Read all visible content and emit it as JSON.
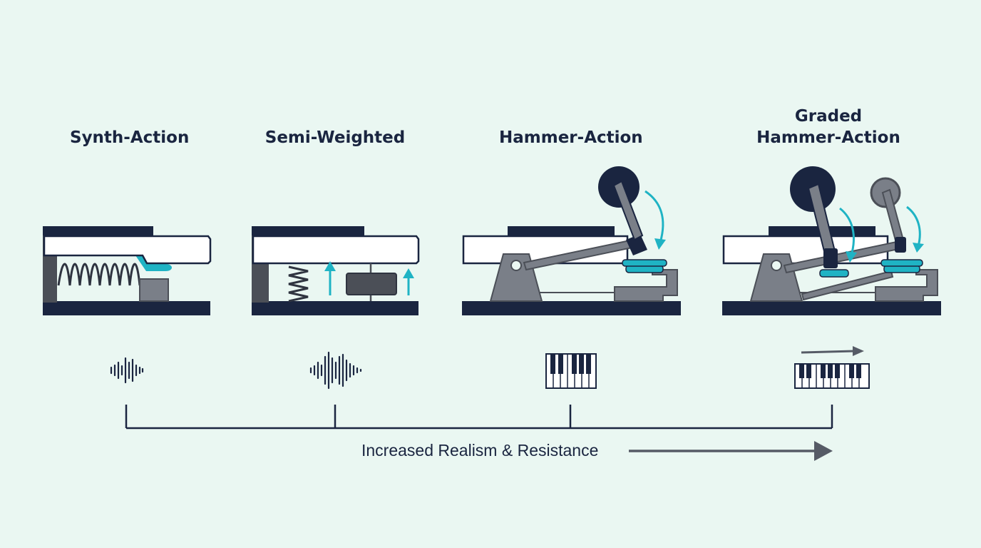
{
  "colors": {
    "background": "#eaf7f2",
    "dark": "#1a2540",
    "gray": "#7a7f88",
    "darkgray": "#4b4f57",
    "teal": "#1fb3c4",
    "key": "#ffffff",
    "arrow": "#565b66"
  },
  "stages": [
    {
      "id": "synth",
      "title_lines": [
        "Synth-Action"
      ],
      "sound_icon": "waveform-small-icon"
    },
    {
      "id": "semi",
      "title_lines": [
        "Semi-Weighted"
      ],
      "sound_icon": "waveform-large-icon"
    },
    {
      "id": "hammer",
      "title_lines": [
        "Hammer-Action"
      ],
      "sound_icon": "piano-keys-icon"
    },
    {
      "id": "graded",
      "title_lines": [
        "Graded",
        "Hammer-Action"
      ],
      "sound_icon": "piano-keys-arrow-icon"
    }
  ],
  "timeline": {
    "label": "Increased Realism & Resistance"
  }
}
